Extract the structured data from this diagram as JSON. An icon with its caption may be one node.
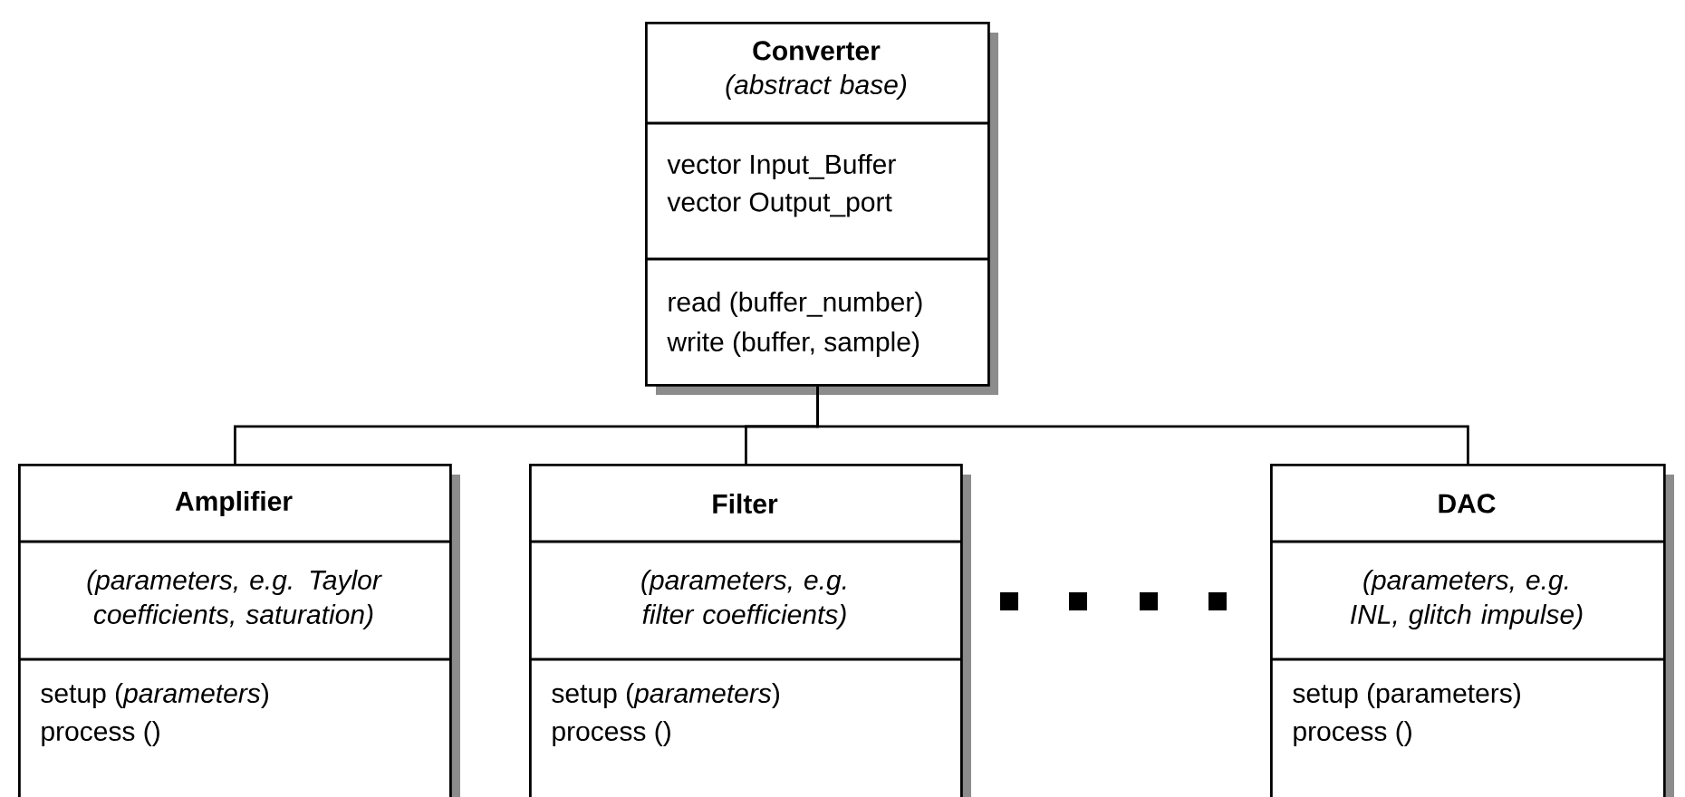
{
  "diagram": {
    "nodes": [
      {
        "text": [
          "Converter",
          "(abstract base)",
          "vector Input_Buffer",
          "vector Output_port",
          "read (buffer_number)",
          "write (buffer, sample)"
        ]
      },
      {
        "text": [
          "Amplifier",
          "(parameters, e.g. Taylor coefficients, saturation)",
          "setup (*parameters*)",
          "process ()"
        ]
      },
      {
        "text": [
          "Filter",
          "(parameters, e.g. filter coefficients)",
          "setup (*parameters*)",
          "process ()"
        ]
      },
      {
        "text": [
          "DAC",
          "(parameters, e.g. INL, glitch impulse)",
          "setup (parameters)",
          "process ()"
        ]
      }
    ],
    "edges": [
      {
        "from": 0,
        "to": 1,
        "arrow": "none"
      },
      {
        "from": 0,
        "to": 2,
        "arrow": "none"
      },
      {
        "from": 0,
        "to": 3,
        "arrow": "none"
      }
    ]
  }
}
